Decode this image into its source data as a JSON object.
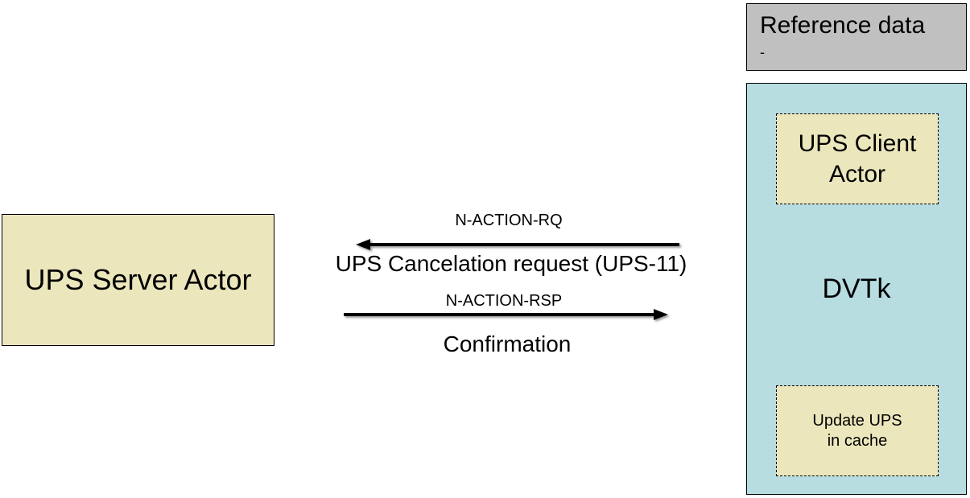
{
  "reference": {
    "title": "Reference data",
    "subtitle": "-"
  },
  "dvtk": {
    "label": "DVTk",
    "client_actor": "UPS Client\nActor",
    "update_cache": "Update UPS\nin cache"
  },
  "server": {
    "label": "UPS Server Actor"
  },
  "messages": {
    "request_primitive": "N-ACTION-RQ",
    "request_label": "UPS Cancelation request (UPS-11)",
    "response_primitive": "N-ACTION-RSP",
    "response_label": "Confirmation"
  },
  "colors": {
    "actor_fill": "#ebe6bc",
    "dvtk_fill": "#b7dde1",
    "reference_fill": "#c0c0c0"
  }
}
